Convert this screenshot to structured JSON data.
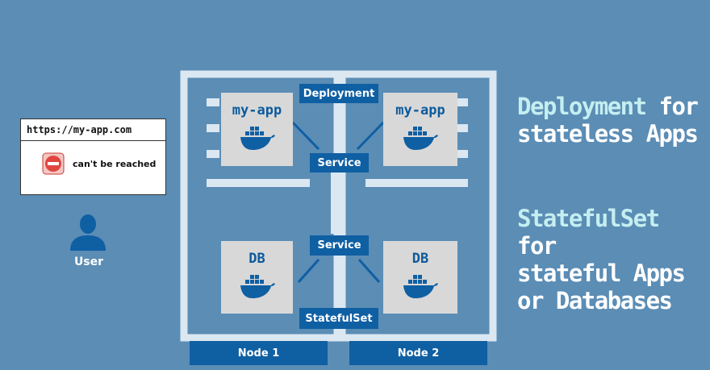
{
  "browser": {
    "url": "https://my-app.com",
    "error_text": "can't be reached"
  },
  "user": {
    "label": "User"
  },
  "cluster": {
    "deployment_label": "Deployment",
    "service_top_label": "Service",
    "service_bottom_label": "Service",
    "statefulset_label": "StatefulSet",
    "nodes": [
      {
        "label": "Node 1"
      },
      {
        "label": "Node 2"
      }
    ],
    "pods": [
      {
        "title": "my-app",
        "icon": "docker-whale-icon"
      },
      {
        "title": "my-app",
        "icon": "docker-whale-icon"
      },
      {
        "title": "DB",
        "icon": "docker-whale-icon"
      },
      {
        "title": "DB",
        "icon": "docker-whale-icon"
      }
    ]
  },
  "side_text": {
    "line1_highlight": "Deployment",
    "line1_rest": " for",
    "line2": "stateless Apps",
    "line3_highlight": "StatefulSet",
    "line3_rest": " for",
    "line4": "stateful Apps",
    "line5": "or Databases"
  },
  "colors": {
    "background": "#5b8db5",
    "node_frame": "#dbe7f1",
    "label_blue": "#0f5fa3",
    "pod_gray": "#d8d8d8",
    "highlight_text": "#c4eef0",
    "error_red": "#e0463f"
  }
}
